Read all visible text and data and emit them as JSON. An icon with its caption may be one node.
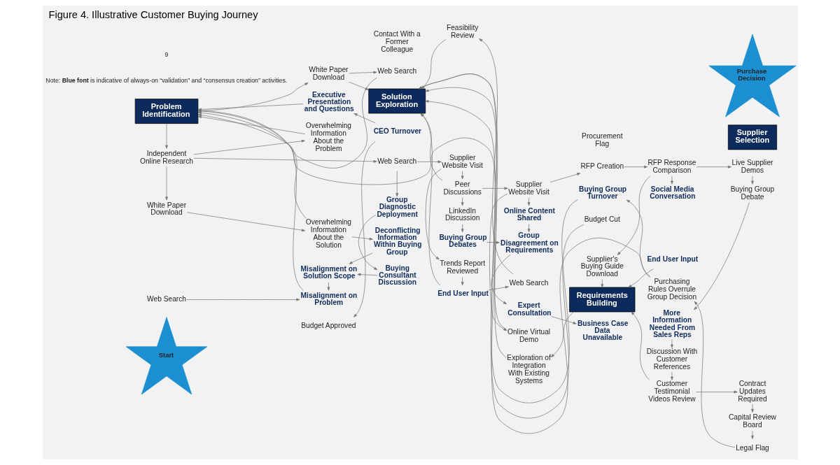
{
  "diagram": {
    "title": "Figure 4. Illustrative Customer Buying Journey",
    "nodes": [
      {
        "text": [
          "Start"
        ]
      },
      {
        "text": [
          "Problem Identification"
        ]
      },
      {
        "text": [
          "Solution Exploration"
        ]
      },
      {
        "text": [
          "Requirements Building"
        ]
      },
      {
        "text": [
          "Supplier Selection"
        ]
      },
      {
        "text": [
          "Purchase Decision"
        ]
      },
      {
        "text": [
          "CEO Turnover"
        ]
      },
      {
        "text": [
          "Executive Presentation and Questions"
        ]
      },
      {
        "text": [
          "Budget Approved"
        ]
      },
      {
        "text": [
          "Web Search"
        ]
      },
      {
        "text": [
          "White Paper Download"
        ]
      },
      {
        "text": [
          "Contact With a Former Colleague"
        ]
      },
      {
        "text": [
          "Exploration of Integration With Existing Systems"
        ]
      },
      {
        "text": [
          "Purchasing Rules Overrule Group Decision"
        ]
      },
      {
        "text": [
          "Buying Group Turnover"
        ]
      },
      {
        "text": [
          "Legal Flag"
        ]
      },
      {
        "text": [
          "Budget Cut"
        ]
      },
      {
        "text": [
          "Capital Review Board"
        ]
      },
      {
        "text": [
          "Feasibility Review"
        ]
      },
      {
        "text": [
          "End User Input"
        ]
      },
      {
        "text": [
          "Web Search"
        ]
      },
      {
        "text": [
          "Trends Report Reviewed"
        ]
      },
      {
        "text": [
          "Procurement Flag"
        ]
      },
      {
        "text": [
          "End User Input"
        ]
      },
      {
        "text": [
          "Social Media Conversation"
        ]
      },
      {
        "text": [
          "Overwhelming Information About the Problem"
        ]
      },
      {
        "text": [
          "Independent Online Research"
        ]
      },
      {
        "text": [
          "Web Search"
        ]
      },
      {
        "text": [
          "Supplier Website Visit"
        ]
      },
      {
        "text": [
          "Peer Discussions"
        ]
      },
      {
        "text": [
          "Supplier Website Visit"
        ]
      },
      {
        "text": [
          "RFP Creation"
        ]
      },
      {
        "text": [
          "RFP Response Comparison"
        ]
      },
      {
        "text": [
          "Live Supplier Demos"
        ]
      },
      {
        "text": [
          "Buying Group Debate"
        ]
      },
      {
        "text": [
          "Online Virtual Demo"
        ]
      },
      {
        "text": [
          "Online Content Shared"
        ]
      },
      {
        "text": [
          "Supplier's Buying Guide Download"
        ]
      },
      {
        "text": [
          "More Information Needed From Sales Reps"
        ]
      },
      {
        "text": [
          "Contract Updates Required"
        ]
      },
      {
        "text": [
          "Web Search"
        ]
      },
      {
        "text": [
          "Misalignment on Problem"
        ]
      },
      {
        "text": [
          "Group Diagnostic Deployment"
        ]
      },
      {
        "text": [
          "LinkedIn Discussion"
        ]
      },
      {
        "text": [
          "Misalignment on Solution Scope"
        ]
      },
      {
        "text": [
          "Buying Consultant Discussion"
        ]
      },
      {
        "text": [
          "Expert Consultation"
        ]
      },
      {
        "text": [
          "Business Case Data Unavailable"
        ]
      },
      {
        "text": [
          "Discussion With Customer References"
        ]
      },
      {
        "text": [
          "White Paper Download"
        ]
      },
      {
        "text": [
          "Overwhelming Information About the Solution"
        ]
      },
      {
        "text": [
          "Deconflicting Information Within Buying Group"
        ]
      },
      {
        "text": [
          "Buying Group Debates"
        ]
      },
      {
        "text": [
          "Group Disagreement on Requirements"
        ]
      },
      {
        "text": [
          "Customer Testimonial Videos Review"
        ]
      }
    ],
    "edges": [
      {
        "from": 13,
        "to": 1,
        "arrow": "to"
      },
      {
        "from": 6,
        "to": 7,
        "arrow": "to"
      },
      {
        "from": 6,
        "to": 8,
        "arrow": "to"
      },
      {
        "from": 7,
        "to": 1,
        "arrow": "to"
      },
      {
        "from": 9,
        "to": 1,
        "arrow": "to"
      },
      {
        "from": 1,
        "to": 10,
        "arrow": "to"
      },
      {
        "from": 10,
        "to": 9,
        "arrow": "to"
      },
      {
        "from": 10,
        "to": 2,
        "arrow": "to"
      },
      {
        "from": 12,
        "to": 2,
        "arrow": "to"
      },
      {
        "from": 14,
        "to": 2,
        "arrow": "to"
      },
      {
        "from": 3,
        "to": 12,
        "arrow": "to"
      },
      {
        "from": 13,
        "to": 14,
        "arrow": "to"
      },
      {
        "from": 15,
        "to": 13,
        "arrow": "to"
      },
      {
        "from": 16,
        "to": 2,
        "arrow": "to"
      },
      {
        "from": 17,
        "to": 15,
        "arrow": "to"
      },
      {
        "from": 39,
        "to": 17,
        "arrow": "to"
      },
      {
        "from": 18,
        "to": 2,
        "arrow": "to"
      },
      {
        "from": 19,
        "to": 2,
        "arrow": "to"
      },
      {
        "from": 19,
        "to": 20,
        "arrow": "to"
      },
      {
        "from": 20,
        "to": 18,
        "arrow": "to"
      },
      {
        "from": 21,
        "to": 19,
        "arrow": "to"
      },
      {
        "from": 28,
        "to": 21,
        "arrow": "to"
      },
      {
        "from": 28,
        "to": 29,
        "arrow": "to"
      },
      {
        "from": 29,
        "to": 2,
        "arrow": "to"
      },
      {
        "from": 35,
        "to": 2,
        "arrow": "to"
      },
      {
        "from": 29,
        "to": 43,
        "arrow": "to"
      },
      {
        "from": 43,
        "to": 52,
        "arrow": "to"
      },
      {
        "from": 29,
        "to": 30,
        "arrow": "to"
      },
      {
        "from": 27,
        "to": 28,
        "arrow": "to"
      },
      {
        "from": 27,
        "to": 42,
        "arrow": "to"
      },
      {
        "from": 26,
        "to": 27,
        "arrow": "to"
      },
      {
        "from": 26,
        "to": 25,
        "arrow": "to"
      },
      {
        "from": 25,
        "to": 1,
        "arrow": "to"
      },
      {
        "from": 1,
        "to": 26,
        "arrow": "to"
      },
      {
        "from": 26,
        "to": 49,
        "arrow": "to"
      },
      {
        "from": 49,
        "to": 50,
        "arrow": "to"
      },
      {
        "from": 50,
        "to": 1,
        "arrow": "to"
      },
      {
        "from": 41,
        "to": 1,
        "arrow": "to"
      },
      {
        "from": 40,
        "to": 41,
        "arrow": "to"
      },
      {
        "from": 44,
        "to": 41,
        "arrow": "to"
      },
      {
        "from": 42,
        "to": 45,
        "arrow": "to"
      },
      {
        "from": 45,
        "to": 44,
        "arrow": "to"
      },
      {
        "from": 51,
        "to": 44,
        "arrow": "to"
      },
      {
        "from": 50,
        "to": 51,
        "arrow": "to"
      },
      {
        "from": 52,
        "to": 53,
        "arrow": "to"
      },
      {
        "from": 53,
        "to": 46,
        "arrow": "to"
      },
      {
        "from": 46,
        "to": 47,
        "arrow": "to"
      },
      {
        "from": 36,
        "to": 53,
        "arrow": "to"
      },
      {
        "from": 30,
        "to": 35,
        "arrow": "to"
      },
      {
        "from": 30,
        "to": 36,
        "arrow": "to"
      },
      {
        "from": 30,
        "to": 31,
        "arrow": "to"
      },
      {
        "from": 31,
        "to": 32,
        "arrow": "to"
      },
      {
        "from": 32,
        "to": 24,
        "arrow": "to"
      },
      {
        "from": 32,
        "to": 33,
        "arrow": "to"
      },
      {
        "from": 33,
        "to": 34,
        "arrow": "to"
      },
      {
        "from": 34,
        "to": 38,
        "arrow": "to"
      },
      {
        "from": 32,
        "to": 37,
        "arrow": "to"
      },
      {
        "from": 38,
        "to": 48,
        "arrow": "to"
      },
      {
        "from": 48,
        "to": 54,
        "arrow": "to"
      },
      {
        "from": 54,
        "to": 39,
        "arrow": "to"
      },
      {
        "from": 37,
        "to": 3,
        "arrow": "to"
      },
      {
        "from": 54,
        "to": 3,
        "arrow": "to"
      },
      {
        "from": 23,
        "to": 3,
        "arrow": "to"
      }
    ],
    "labels": [
      "Note: **Blue font** is indicative of always-on “validation” and “consensus creation” activities.",
      "9"
    ]
  }
}
